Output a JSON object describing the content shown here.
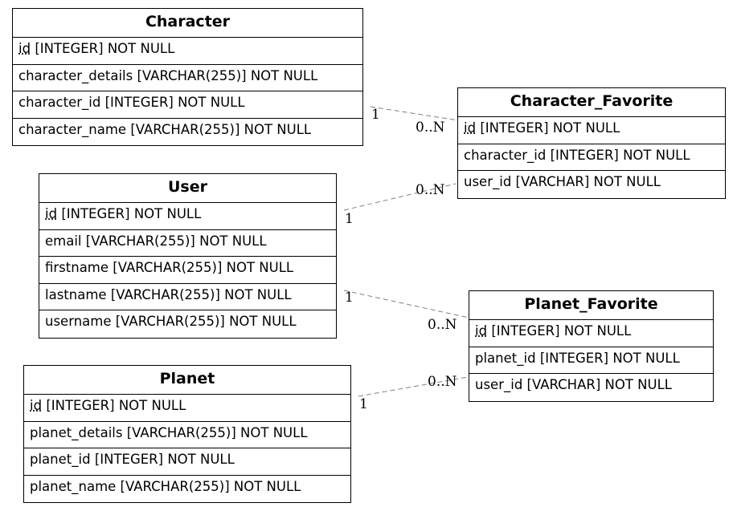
{
  "entities": {
    "character": {
      "title": "Character",
      "attributes": [
        {
          "name": "id",
          "type": "[INTEGER] NOT NULL"
        },
        {
          "name": "character_details",
          "type": "[VARCHAR(255)] NOT NULL"
        },
        {
          "name": "character_id",
          "type": "[INTEGER] NOT NULL"
        },
        {
          "name": "character_name",
          "type": "[VARCHAR(255)] NOT NULL"
        }
      ]
    },
    "character_favorite": {
      "title": "Character_Favorite",
      "attributes": [
        {
          "name": "id",
          "type": "[INTEGER] NOT NULL"
        },
        {
          "name": "character_id",
          "type": "[INTEGER] NOT NULL"
        },
        {
          "name": "user_id",
          "type": "[VARCHAR] NOT NULL"
        }
      ]
    },
    "user": {
      "title": "User",
      "attributes": [
        {
          "name": "id",
          "type": "[INTEGER] NOT NULL"
        },
        {
          "name": "email",
          "type": "[VARCHAR(255)] NOT NULL"
        },
        {
          "name": "firstname",
          "type": "[VARCHAR(255)] NOT NULL"
        },
        {
          "name": "lastname",
          "type": "[VARCHAR(255)] NOT NULL"
        },
        {
          "name": "username",
          "type": "[VARCHAR(255)] NOT NULL"
        }
      ]
    },
    "planet_favorite": {
      "title": "Planet_Favorite",
      "attributes": [
        {
          "name": "id",
          "type": "[INTEGER] NOT NULL"
        },
        {
          "name": "planet_id",
          "type": "[INTEGER] NOT NULL"
        },
        {
          "name": "user_id",
          "type": "[VARCHAR] NOT NULL"
        }
      ]
    },
    "planet": {
      "title": "Planet",
      "attributes": [
        {
          "name": "id",
          "type": "[INTEGER] NOT NULL"
        },
        {
          "name": "planet_details",
          "type": "[VARCHAR(255)] NOT NULL"
        },
        {
          "name": "planet_id",
          "type": "[INTEGER] NOT NULL"
        },
        {
          "name": "planet_name",
          "type": "[VARCHAR(255)] NOT NULL"
        }
      ]
    }
  },
  "relationships": [
    {
      "from": "character",
      "to": "character_favorite",
      "from_card": "1",
      "to_card": "0..N"
    },
    {
      "from": "user",
      "to": "character_favorite",
      "from_card": "1",
      "to_card": "0..N"
    },
    {
      "from": "user",
      "to": "planet_favorite",
      "from_card": "1",
      "to_card": "0..N"
    },
    {
      "from": "planet",
      "to": "planet_favorite",
      "from_card": "1",
      "to_card": "0..N"
    }
  ]
}
